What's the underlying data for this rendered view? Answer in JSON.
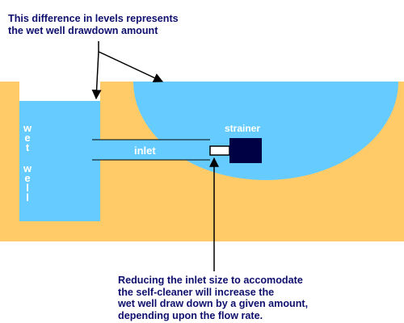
{
  "notes": {
    "top": [
      "This difference in levels represents",
      "the wet well drawdown amount"
    ],
    "bottom": [
      "Reducing the inlet size to accomodate",
      "the self-cleaner will increase the",
      "wet well draw down by a given amount,",
      "depending upon the flow rate."
    ]
  },
  "labels": {
    "wet": [
      "w",
      "e",
      "t"
    ],
    "well": [
      "w",
      "e",
      "l",
      "l"
    ],
    "inlet": "inlet",
    "strainer": "strainer"
  },
  "colors": {
    "ground": "#fecb68",
    "water": "#66ccff",
    "strainer_body": "#000044",
    "text_navy": "#0f0f6e",
    "arrow": "#000000"
  }
}
